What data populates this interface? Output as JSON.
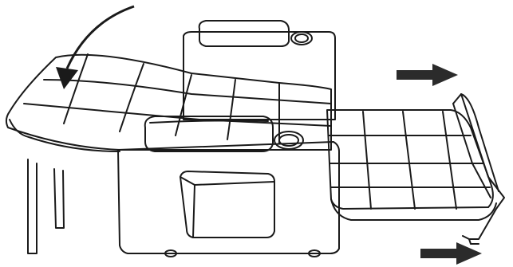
{
  "illustration": {
    "subject": "sofa-bed-conversion-diagram",
    "colors": {
      "line": "#1a1a1a",
      "arrow_fill": "#2b2b2b",
      "background": "#ffffff"
    },
    "icons": {
      "fold_arrow": "curved-arrow-down-left",
      "pull_arrow_top": "arrow-right",
      "pull_arrow_bottom": "arrow-right"
    }
  }
}
